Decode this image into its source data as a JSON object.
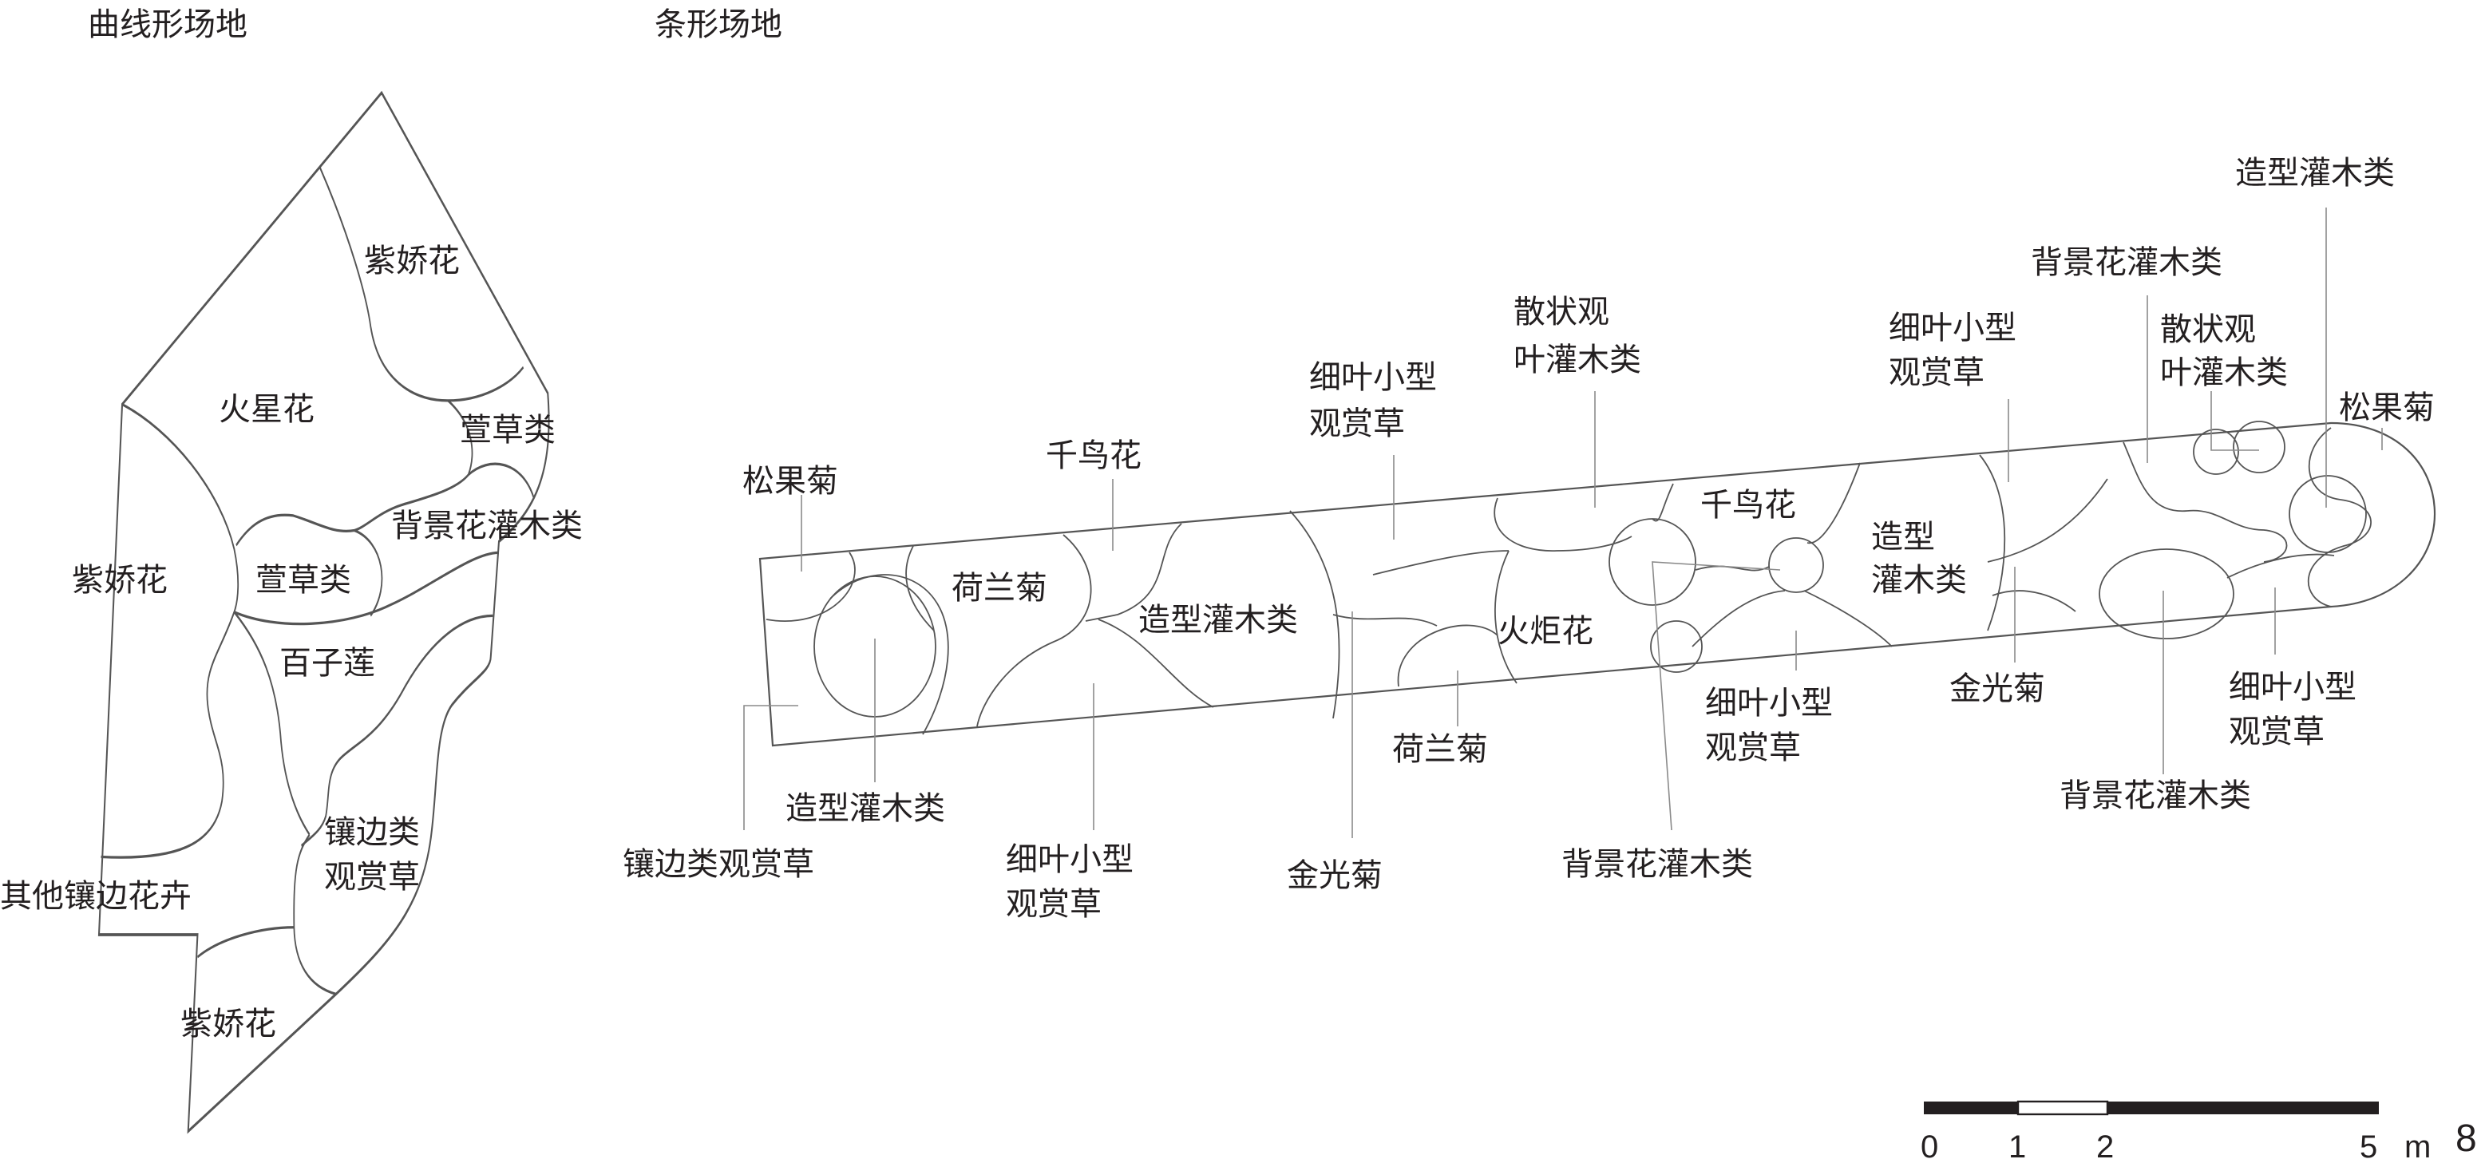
{
  "titles": {
    "curved": "曲线形场地",
    "strip": "条形场地"
  },
  "curved_labels": [
    "紫娇花",
    "火星花",
    "萱草类",
    "背景花灌木类",
    "紫娇花",
    "萱草类",
    "百子莲",
    "镶边类",
    "观赏草",
    "其他镶边花卉",
    "紫娇花"
  ],
  "strip_labels": {
    "l0": "松果菊",
    "l1": "千鸟花",
    "l2": "荷兰菊",
    "l3a": "细叶小型",
    "l3b": "观赏草",
    "l4a": "散状观",
    "l4b": "叶灌木类",
    "l5": "千鸟花",
    "l6a": "造型",
    "l6b": "灌木类",
    "l7a": "细叶小型",
    "l7b": "观赏草",
    "l8": "背景花灌木类",
    "l9a": "散状观",
    "l9b": "叶灌木类",
    "l10": "造型灌木类",
    "l11": "松果菊",
    "l12": "造型灌木类",
    "l13": "火炬花",
    "l14": "荷兰菊",
    "l15a": "细叶小型",
    "l15b": "观赏草",
    "l16": "金光菊",
    "l17a": "细叶小型",
    "l17b": "观赏草",
    "l18": "背景花灌木类",
    "l19": "镶边类观赏草",
    "l20": "造型灌木类",
    "l21a": "细叶小型",
    "l21b": "观赏草",
    "l22": "金光菊",
    "l23": "背景花灌木类"
  },
  "scale_bar": {
    "ticks": [
      "0",
      "1",
      "2",
      "5"
    ],
    "unit": "m"
  },
  "figure_number": "8"
}
